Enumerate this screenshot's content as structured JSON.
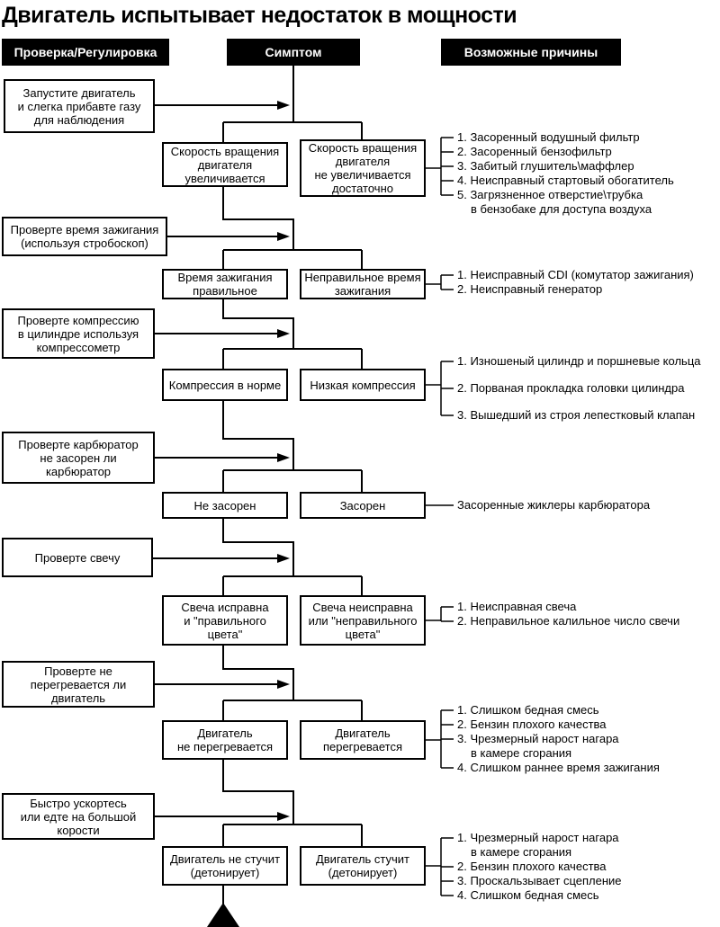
{
  "title": "Двигатель испытывает недостаток в мощности",
  "headers": {
    "check": "Проверка/Регулировка",
    "symptom": "Симптом",
    "causes": "Возможные причины"
  },
  "colors": {
    "line": "#000000",
    "header_bg": "#000000",
    "header_fg": "#ffffff",
    "background": "#ffffff"
  },
  "rows": [
    {
      "check": "Запустите двигатель\nи слегка прибавте газу\nдля наблюдения",
      "ok": "Скорость вращения\nдвигателя\nувеличивается",
      "fail": "Скорость вращения\nдвигателя\nне увеличивается\nдостаточно",
      "causes": [
        "1. Засоренный водушный фильтр",
        "2. Засоренный бензофильтр",
        "3. Забитый глушитель\\маффлер",
        "4. Неисправный стартовый обогатитель",
        "5. Загрязненное отверстие\\трубка",
        "в бензобаке для доступа воздуха"
      ]
    },
    {
      "check": "Проверте время зажигания\n(используя стробоскоп)",
      "ok": "Время зажигания\nправильное",
      "fail": "Неправильное время\nзажигания",
      "causes": [
        "1. Неисправный CDI (комутатор зажигания)",
        "2. Неисправный генератор"
      ]
    },
    {
      "check": "Проверте компрессию\nв цилиндре используя\nкомпрессометр",
      "ok": "Компрессия в норме",
      "fail": "Низкая компрессия",
      "causes": [
        "1. Изношеный цилиндр и поршневые кольца",
        "2. Порваная прокладка головки цилиндра",
        "3. Вышедший из строя лепестковый клапан"
      ]
    },
    {
      "check": "Проверте карбюратор\nне засорен ли\nкарбюратор",
      "ok": "Не засорен",
      "fail": "Засорен",
      "causes": [
        "Засоренные жиклеры карбюратора"
      ]
    },
    {
      "check": "Проверте свечу",
      "ok": "Свеча исправна\nи \"правильного\nцвета\"",
      "fail": "Свеча неисправна\nили \"неправильного\nцвета\"",
      "causes": [
        "1. Неисправная свеча",
        "2. Неправильное калильное число свечи"
      ]
    },
    {
      "check": "Проверте не\nперегревается ли\nдвигатель",
      "ok": "Двигатель\nне перегревается",
      "fail": "Двигатель\nперегревается",
      "causes": [
        "1. Слишком бедная смесь",
        "2. Бензин плохого качества",
        "3. Чрезмерный нарост нагара",
        "в камере сгорания",
        "4. Слишком раннее время зажигания"
      ]
    },
    {
      "check": "Быстро ускортесь\nили едте на большой\nкорости",
      "ok": "Двигатель не стучит\n(детонирует)",
      "fail": "Двигатель стучит\n(детонирует)",
      "causes": [
        "1. Чрезмерный нарост нагара",
        "в камере сгорания",
        "2. Бензин плохого качества",
        "3. Проскальзывает сцепление",
        "4. Слишком бедная смесь"
      ]
    }
  ]
}
